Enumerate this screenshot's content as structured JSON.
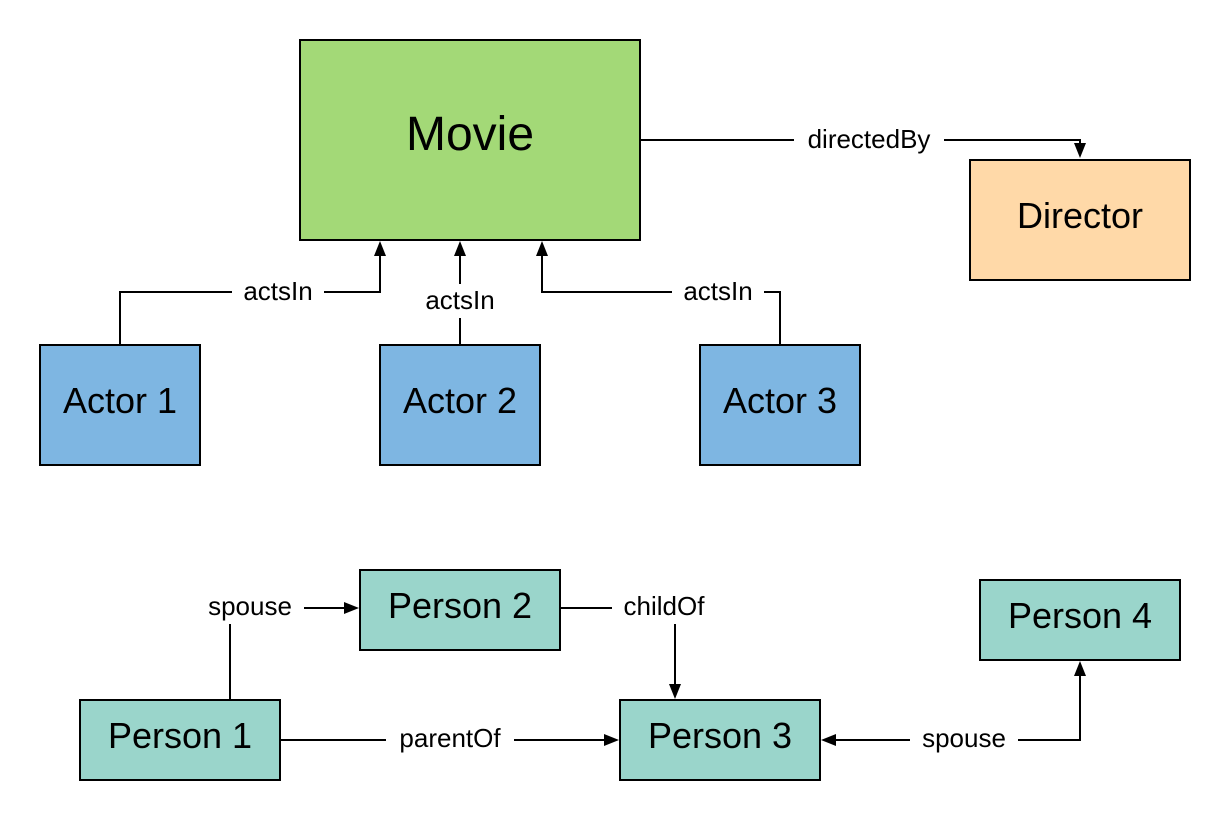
{
  "colors": {
    "movie": "#a3d977",
    "director": "#ffd9a8",
    "actor": "#7eb6e2",
    "person": "#9ad5cb"
  },
  "nodes": {
    "movie": "Movie",
    "director": "Director",
    "actor1": "Actor 1",
    "actor2": "Actor 2",
    "actor3": "Actor 3",
    "person1": "Person 1",
    "person2": "Person 2",
    "person3": "Person 3",
    "person4": "Person 4"
  },
  "edges": {
    "directed_by": "directedBy",
    "acts_in_1": "actsIn",
    "acts_in_2": "actsIn",
    "acts_in_3": "actsIn",
    "spouse_1_2": "spouse",
    "child_of_2_3": "childOf",
    "parent_of_1_3": "parentOf",
    "spouse_3_4": "spouse"
  }
}
